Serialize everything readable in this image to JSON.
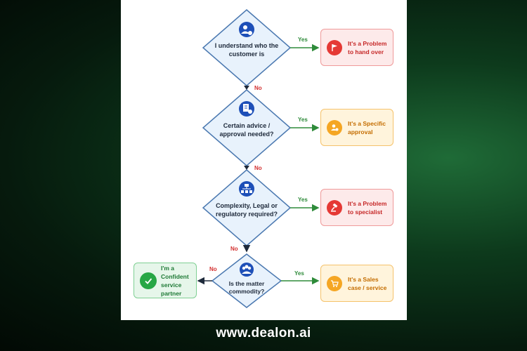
{
  "decisions": [
    {
      "text": "I understand who the customer is",
      "icon": "user-check-icon"
    },
    {
      "text": "Certain advice / approval needed?",
      "icon": "document-check-icon"
    },
    {
      "text": "Complexity, Legal or regulatory required?",
      "icon": "hierarchy-icon"
    },
    {
      "text": "Is the matter commodity?",
      "icon": "group-icon"
    }
  ],
  "outcomes": [
    {
      "text": "It's a Problem to hand over",
      "icon": "flag-icon",
      "color": "#e53935"
    },
    {
      "text": "It's a Specific approval",
      "icon": "user-check-icon",
      "color": "#f5a623"
    },
    {
      "text": "It's a Problem to specialist",
      "icon": "gavel-icon",
      "color": "#e53935"
    },
    {
      "text": "It's a Sales case / service",
      "icon": "cart-icon",
      "color": "#f5a623"
    },
    {
      "text": "I'm a Confident service partner",
      "icon": "check-icon",
      "color": "#27a745"
    }
  ],
  "labels": {
    "yes": "Yes",
    "no": "No"
  },
  "colors": {
    "decision_fill": "#e8f2fc",
    "decision_stroke": "#4a78b0",
    "icon_blue": "#1d4fb8",
    "yes_arrow": "#2e8b3a",
    "no_arrow": "#1e2a3b"
  },
  "footer": {
    "url": "www.dealon.ai"
  }
}
